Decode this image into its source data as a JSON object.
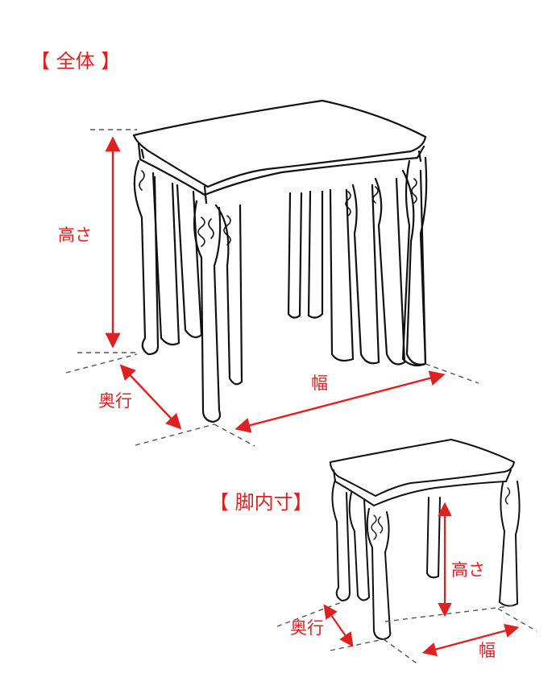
{
  "sections": {
    "overall": {
      "title": "【 全体 】",
      "height": "高さ",
      "depth": "奥行",
      "width": "幅"
    },
    "inner": {
      "title": "【 脚内寸】",
      "height": "高さ",
      "depth": "奥行",
      "width": "幅"
    }
  },
  "colors": {
    "accent": "#e02020",
    "line": "#111111",
    "guide": "#555555"
  }
}
